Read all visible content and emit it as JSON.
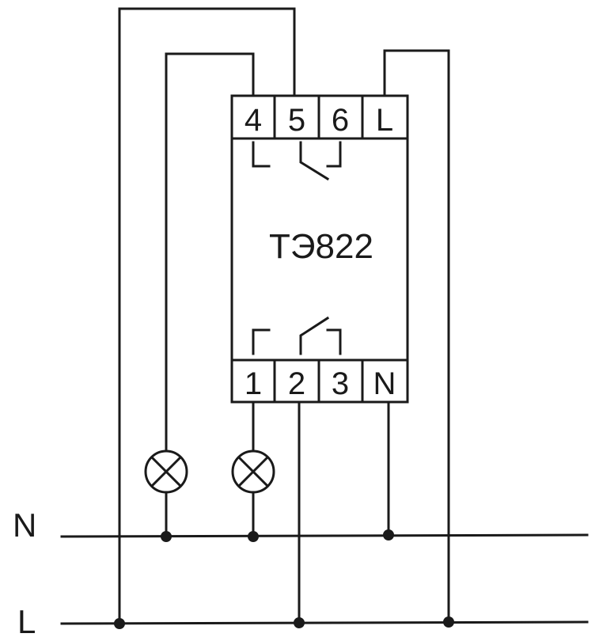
{
  "device": {
    "model": "ТЭ822"
  },
  "terminals_top": [
    "4",
    "5",
    "6",
    "L"
  ],
  "terminals_bottom": [
    "1",
    "2",
    "3",
    "N"
  ],
  "bus_labels": {
    "n": "N",
    "l": "L"
  },
  "icons": {
    "lamp": "lamp-icon",
    "contact": "relay-contact-icon"
  },
  "colors": {
    "ink": "#1a1a1a",
    "background": "#ffffff"
  }
}
